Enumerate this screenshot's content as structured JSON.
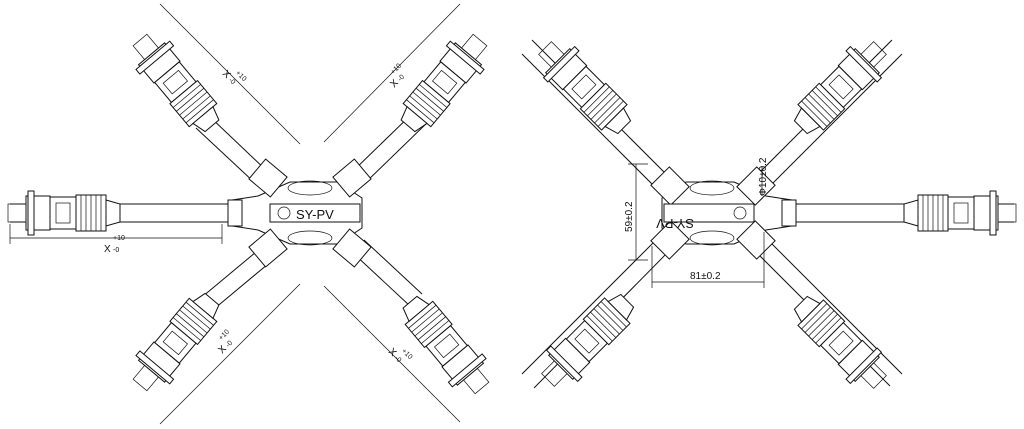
{
  "drawing": {
    "left_view": {
      "brand_text": "SY-PV",
      "length_dim": {
        "base": "X",
        "sub": "-0",
        "sup": "+10"
      }
    },
    "right_view": {
      "brand_text": "SY-PV",
      "dim_width": "81±0.2",
      "dim_height": "59±0.2",
      "dim_hole": "Φ10±0.2"
    },
    "connector_logo": "SY-PV"
  }
}
